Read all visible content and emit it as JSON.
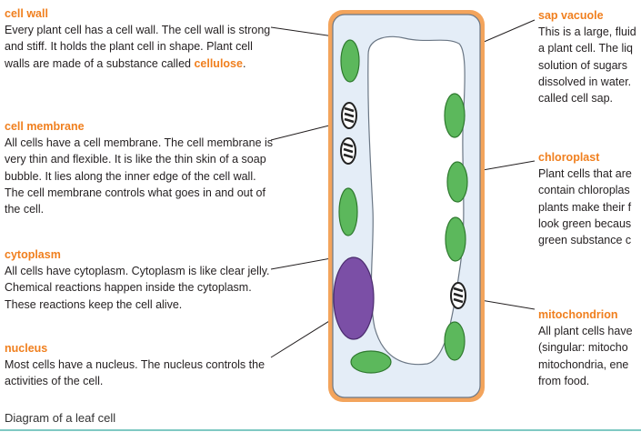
{
  "labels": {
    "cell_wall": {
      "title": "cell wall",
      "text_before": "Every plant cell has a cell wall. The cell wall is strong and stiff. It holds the plant cell in shape. Plant cell walls are made of a substance called ",
      "highlight": "cellulose",
      "text_after": "."
    },
    "cell_membrane": {
      "title": "cell membrane",
      "text": "All cells have a cell membrane. The cell membrane is very thin and flexible. It is like the thin skin of a soap bubble. It lies along the inner edge of the cell wall. The cell membrane controls what goes in and out of the cell."
    },
    "cytoplasm": {
      "title": "cytoplasm",
      "text": "All cells have cytoplasm. Cytoplasm is like clear jelly. Chemical reactions happen inside the cytoplasm. These reactions keep the cell alive."
    },
    "nucleus": {
      "title": "nucleus",
      "text": "Most cells have a nucleus. The nucleus controls the activities of the cell."
    },
    "sap_vacuole": {
      "title": "sap vacuole",
      "lines": [
        "This is a large, fluid",
        "a plant cell. The liq",
        "solution of sugars",
        "dissolved in water.",
        "called cell sap."
      ]
    },
    "chloroplast": {
      "title": "chloroplast",
      "lines": [
        "Plant cells that are",
        "contain chloroplas",
        "plants make their f",
        "look green becaus",
        "green substance c"
      ]
    },
    "mitochondrion": {
      "title": "mitochondrion",
      "lines": [
        "All plant cells have",
        "(singular: mitocho",
        "mitochondria, ene",
        "from food."
      ]
    }
  },
  "caption": "Diagram of a leaf cell",
  "colors": {
    "accent": "#f07f1e",
    "cell_wall": "#f3a45c",
    "cytoplasm": "#e4edf7",
    "vacuole": "#ffffff",
    "chloroplast": "#5cb85c",
    "nucleus": "#7b4fa6",
    "caption_rule": "#7fc9c3"
  }
}
